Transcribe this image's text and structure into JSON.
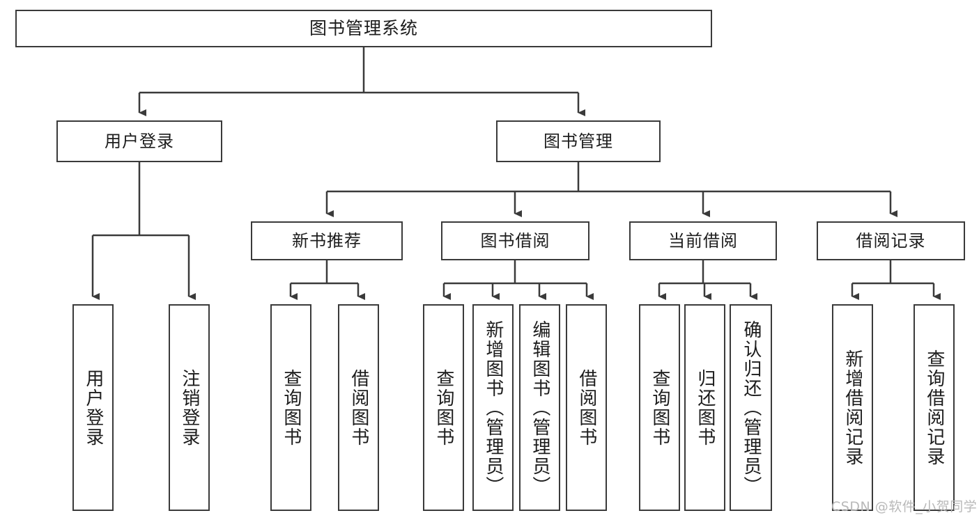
{
  "diagram": {
    "title": "图书管理系统",
    "root": {
      "label": "图书管理系统"
    },
    "level1": [
      {
        "label": "用户登录"
      },
      {
        "label": "图书管理"
      }
    ],
    "level2": [
      {
        "label": "新书推荐"
      },
      {
        "label": "图书借阅"
      },
      {
        "label": "当前借阅"
      },
      {
        "label": "借阅记录"
      }
    ],
    "leaves": {
      "user_login": [
        {
          "label": "用户登录"
        },
        {
          "label": "注销登录"
        }
      ],
      "new_book_recommend": [
        {
          "label": "查询图书"
        },
        {
          "label": "借阅图书"
        }
      ],
      "book_borrow": [
        {
          "label": "查询图书"
        },
        {
          "label": "新增图书（管理员）"
        },
        {
          "label": "编辑图书（管理员）"
        },
        {
          "label": "借阅图书"
        }
      ],
      "current_borrow": [
        {
          "label": "查询图书"
        },
        {
          "label": "归还图书"
        },
        {
          "label": "确认归还（管理员）"
        }
      ],
      "borrow_record": [
        {
          "label": "新增借阅记录"
        },
        {
          "label": "查询借阅记录"
        }
      ]
    }
  },
  "watermark": {
    "text": "CSDN @软件_小贺同学"
  },
  "colors": {
    "stroke": "#3a3a3a",
    "text": "#1c1c1c",
    "background": "#ffffff",
    "watermark": "#b9b9b9"
  }
}
